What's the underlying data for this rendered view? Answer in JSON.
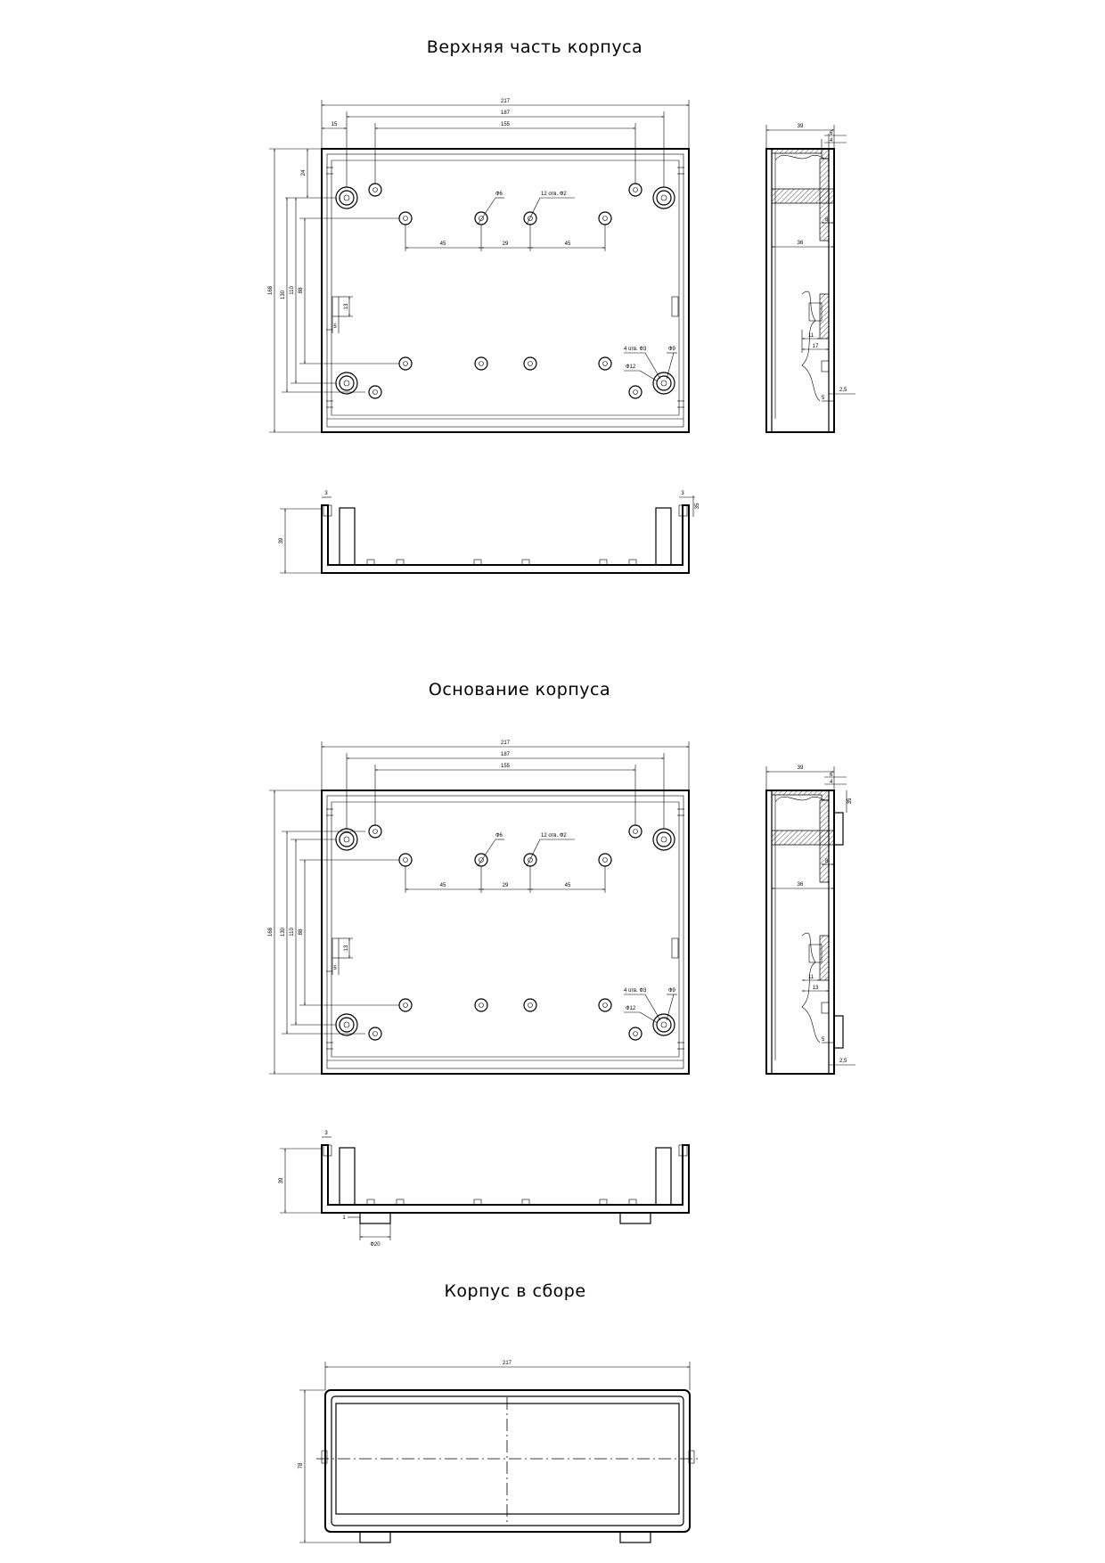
{
  "titles": {
    "top": "Верхняя часть корпуса",
    "base": "Основание корпуса",
    "assembly": "Корпус в сборе"
  },
  "dims": {
    "w217": "217",
    "w187": "187",
    "w155": "155",
    "d15": "15",
    "d24": "24",
    "h168": "168",
    "h130": "130",
    "h110": "110",
    "h88": "88",
    "d45": "45",
    "d29": "29",
    "d13": "13",
    "d5": "5",
    "phi6": "Ф6",
    "holes12": "12 отв. Ф2",
    "holes4": "4 отв. Ф3",
    "phi9": "Ф9",
    "phi12": "Ф12",
    "d39": "39",
    "d6": "6",
    "d4": "4",
    "d8": "8",
    "d36": "36",
    "d11": "11",
    "d17": "17",
    "d2_5": "2,5",
    "d3": "3",
    "d35": "35",
    "d1": "1",
    "phi20": "Ф20",
    "d78": "78"
  }
}
